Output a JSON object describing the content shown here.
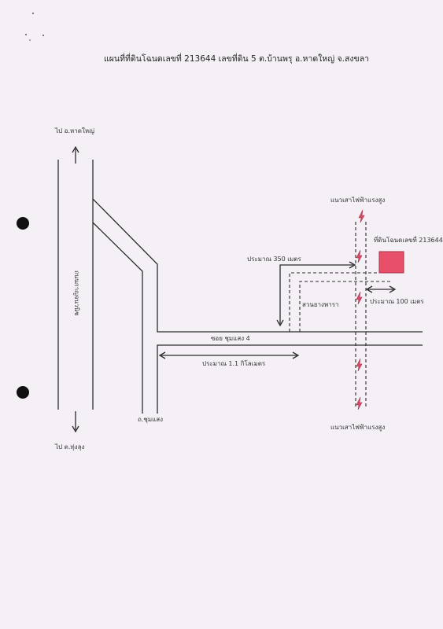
{
  "title": "แผนที่ที่ดินโฉนดเลขที่ 213644 เลขที่ดิน 5 ต.บ้านพรุ อ.หาดใหญ่ จ.สงขลา",
  "labels": {
    "to_hatyai": "ไป อ.หาดใหญ่",
    "to_thungsung": "ไป ต.ทุ่งลุง",
    "main_road": "ถนนกาญจนวนิช",
    "soi_chumsaeng_bottom": "ถ.ชุมแสง",
    "soi_chumsaeng_4": "ซอย ชุมแสง 4",
    "dist_1_1km": "ประมาณ 1.1 กิโลเมตร",
    "dist_350m": "ประมาณ 350 เมตร",
    "dist_100m": "ประมาณ 100 เมตร",
    "rubber_garden": "สวนยางพารา",
    "power_line_top": "แนวเสาไฟฟ้าแรงสูง",
    "power_line_bottom": "แนวเสาไฟฟ้าแรงสูง",
    "plot_label": "ที่ดินโฉนดเลขที่ 213644"
  },
  "colors": {
    "paper": "#f4f0f6",
    "line": "#2b2b2b",
    "plot": "#e8506a",
    "pylon": "#d84a6a",
    "hole": "#111111"
  }
}
